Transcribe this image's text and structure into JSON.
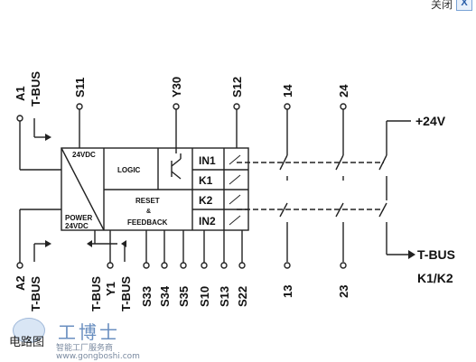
{
  "window": {
    "close_label": "关闭",
    "close_glyph": "X"
  },
  "watermark": {
    "brand": "工博士",
    "subtitle": "智能工厂服务商",
    "url": "www.gongboshi.com",
    "site": "电路图"
  },
  "terminals_top": [
    {
      "id": "a1",
      "label": "A1"
    },
    {
      "id": "tbus-top",
      "label": "T-BUS"
    },
    {
      "id": "s11",
      "label": "S11"
    },
    {
      "id": "y30",
      "label": "Y30"
    },
    {
      "id": "s12",
      "label": "S12"
    },
    {
      "id": "t14",
      "label": "14"
    },
    {
      "id": "t24",
      "label": "24"
    }
  ],
  "terminals_bottom": [
    {
      "id": "a2",
      "label": "A2"
    },
    {
      "id": "tbus-b1",
      "label": "T-BUS"
    },
    {
      "id": "tbus-b2",
      "label": "T-BUS"
    },
    {
      "id": "y1",
      "label": "Y1"
    },
    {
      "id": "tbus-b3",
      "label": "T-BUS"
    },
    {
      "id": "s33",
      "label": "S33"
    },
    {
      "id": "s34",
      "label": "S34"
    },
    {
      "id": "s35",
      "label": "S35"
    },
    {
      "id": "s10",
      "label": "S10"
    },
    {
      "id": "s13",
      "label": "S13"
    },
    {
      "id": "s22",
      "label": "S22"
    },
    {
      "id": "t13",
      "label": "13"
    },
    {
      "id": "t23",
      "label": "23"
    }
  ],
  "blocks": {
    "supply_top": "24VDC",
    "power": "POWER",
    "supply_bottom": "24VDC",
    "logic": "LOGIC",
    "reset_line1": "RESET",
    "reset_line2": "&",
    "reset_line3": "FEEDBACK",
    "in1": "IN1",
    "k1": "K1",
    "k2": "K2",
    "in2": "IN2"
  },
  "external": {
    "supply": "+24V",
    "tbus": "T-BUS",
    "k1k2": "K1/K2"
  }
}
